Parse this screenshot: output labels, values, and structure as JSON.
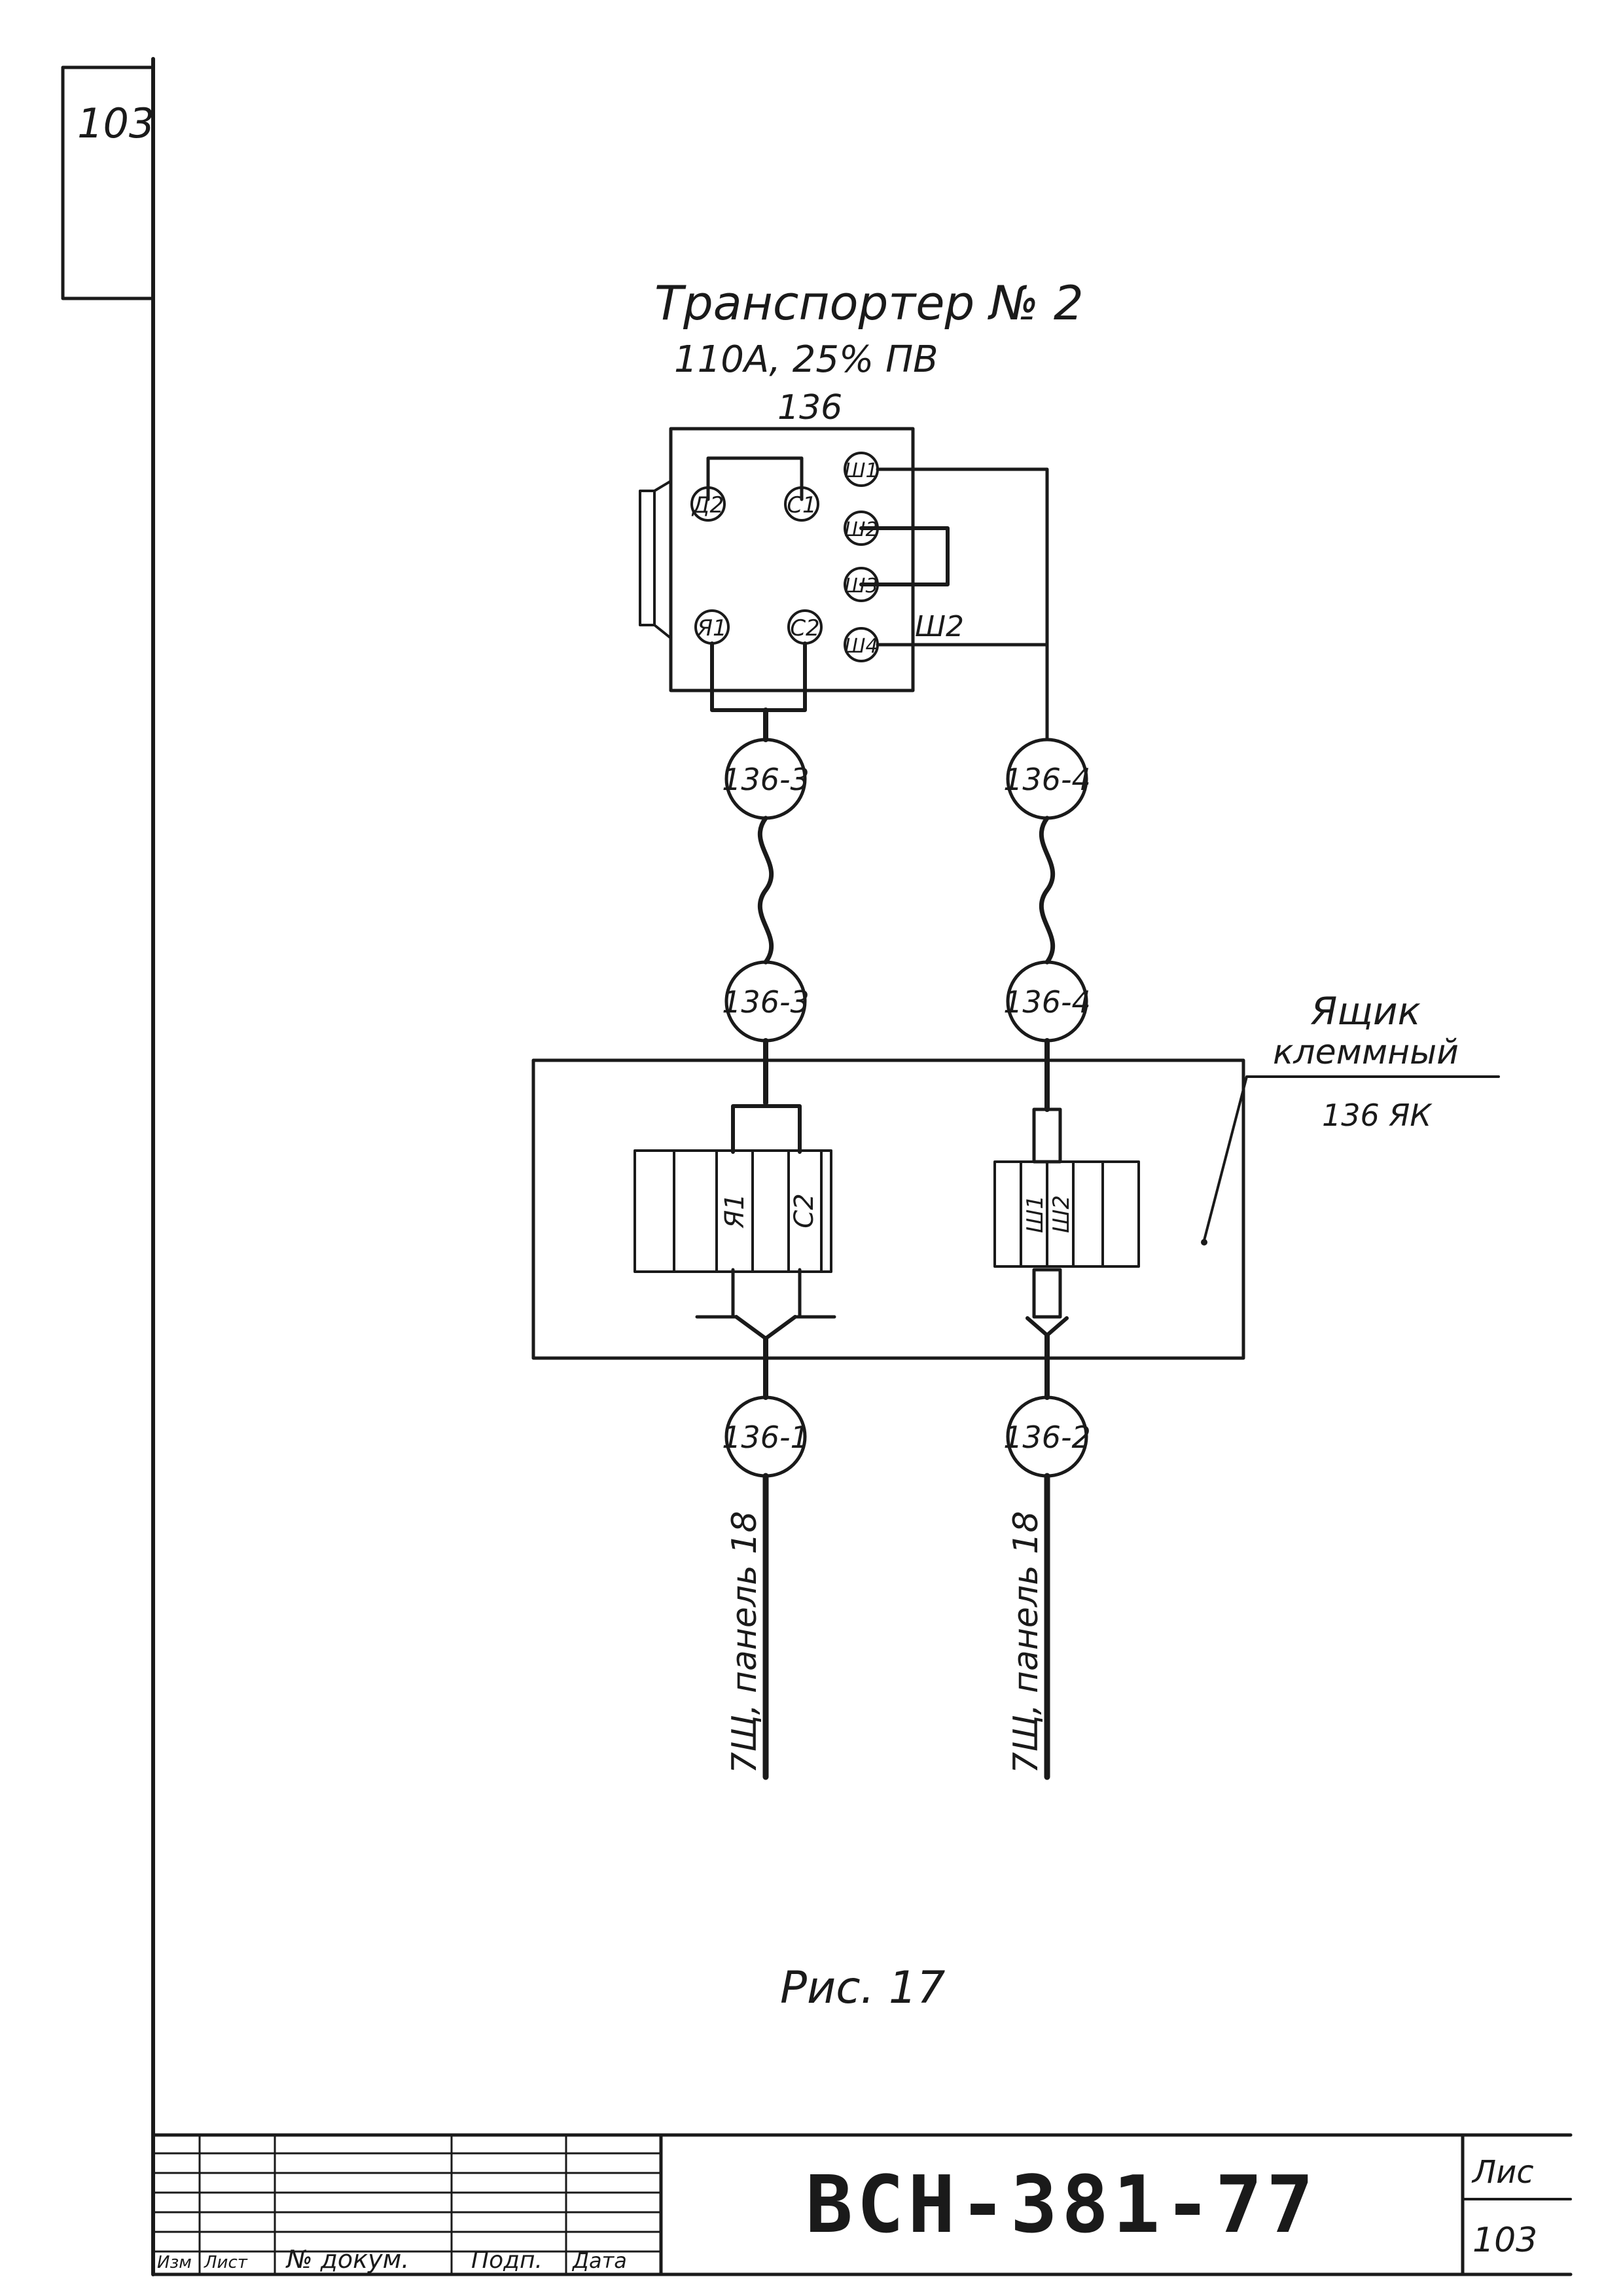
{
  "page": {
    "sheet_number_corner": "103",
    "figure_caption": "Рис. 17"
  },
  "title_block": {
    "document_code": "ВСН-381-77",
    "sheet_label": "Лис",
    "sheet_number": "103",
    "columns": [
      "Изм",
      "Лист",
      "№ докум.",
      "Подп.",
      "Дата"
    ]
  },
  "diagram": {
    "motor": {
      "title": "Транспортер № 2",
      "rating": "110А, 25% ПВ",
      "id": "136",
      "terminals_left": [
        "Д2",
        "С1",
        "Я1",
        "С2"
      ],
      "terminals_right": [
        "Ш1",
        "Ш2",
        "Ш3",
        "Ш4"
      ],
      "wire_label": "Ш2"
    },
    "connectors_upper": [
      "136-3",
      "136-4"
    ],
    "connectors_middle": [
      "136-3",
      "136-4"
    ],
    "terminal_box": {
      "title_line1": "Ящик",
      "title_line2": "клеммный",
      "id": "136 ЯК",
      "left_strip_labels": [
        "Я1",
        "С2"
      ],
      "right_strip_labels": [
        "Ш1",
        "Ш2"
      ]
    },
    "connectors_lower": [
      "136-1",
      "136-2"
    ],
    "cable_destinations": [
      "7Щ, панель 18",
      "7Щ, панель 18"
    ]
  }
}
